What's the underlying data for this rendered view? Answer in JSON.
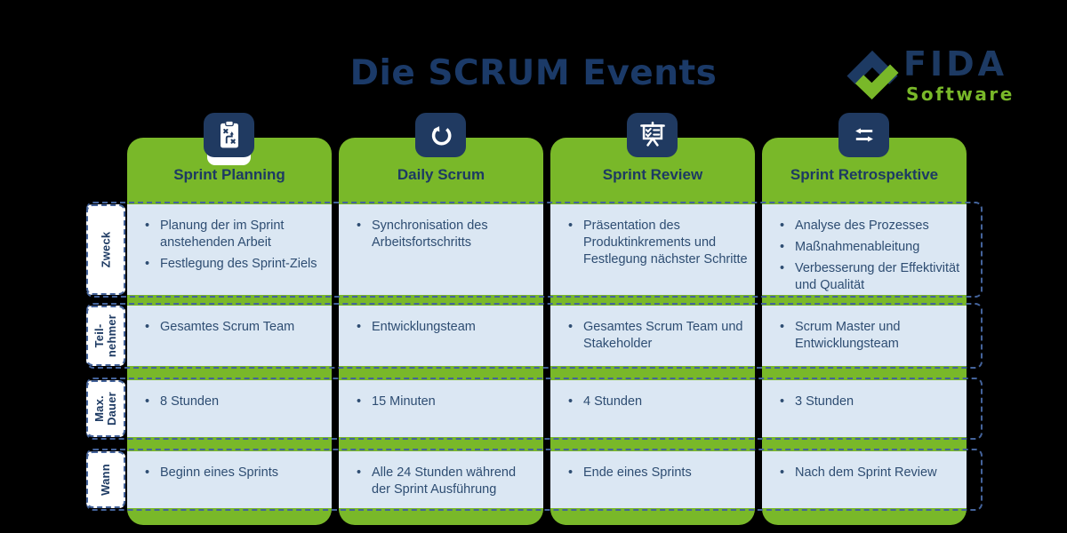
{
  "title": "Die SCRUM Events",
  "logo": {
    "name": "FIDA",
    "subtitle": "Software",
    "icon": "fida-diamond-check-icon"
  },
  "colors": {
    "green": "#79b829",
    "navy": "#1d3a63",
    "icon_bg": "#203a61",
    "cell_bg": "#dbe7f3",
    "cell_text": "#2e4d72",
    "dash_border": "#44639b",
    "background": "#000000"
  },
  "rows": [
    {
      "key": "zweck",
      "label": "Zweck"
    },
    {
      "key": "teilnehmer",
      "label": "Teil-\nnehmer"
    },
    {
      "key": "dauer",
      "label": "Max.\nDauer"
    },
    {
      "key": "wann",
      "label": "Wann"
    }
  ],
  "columns": [
    {
      "title": "Sprint Planning",
      "icon": "clipboard-strategy-icon",
      "cells": {
        "zweck": [
          "Planung der im Sprint anstehenden Arbeit",
          "Festlegung des Sprint-Ziels"
        ],
        "teilnehmer": [
          "Gesamtes Scrum Team"
        ],
        "dauer": [
          "8 Stunden"
        ],
        "wann": [
          "Beginn eines Sprints"
        ]
      }
    },
    {
      "title": "Daily Scrum",
      "icon": "refresh-loop-icon",
      "cells": {
        "zweck": [
          "Synchronisation des Arbeitsfortschritts"
        ],
        "teilnehmer": [
          "Entwicklungsteam"
        ],
        "dauer": [
          "15 Minuten"
        ],
        "wann": [
          "Alle 24 Stunden während der Sprint Ausführung"
        ]
      }
    },
    {
      "title": "Sprint Review",
      "icon": "presentation-board-icon",
      "cells": {
        "zweck": [
          "Präsentation des Produktinkrements und Festlegung nächster Schritte"
        ],
        "teilnehmer": [
          "Gesamtes Scrum Team und Stakeholder"
        ],
        "dauer": [
          "4 Stunden"
        ],
        "wann": [
          "Ende eines Sprints"
        ]
      }
    },
    {
      "title": "Sprint Retrospektive",
      "icon": "swap-arrows-icon",
      "cells": {
        "zweck": [
          "Analyse des Prozesses",
          "Maßnahmenableitung",
          "Verbesserung der Effektivität und Qualität"
        ],
        "teilnehmer": [
          "Scrum Master und Entwicklungsteam"
        ],
        "dauer": [
          "3 Stunden"
        ],
        "wann": [
          "Nach dem Sprint Review"
        ]
      }
    }
  ]
}
